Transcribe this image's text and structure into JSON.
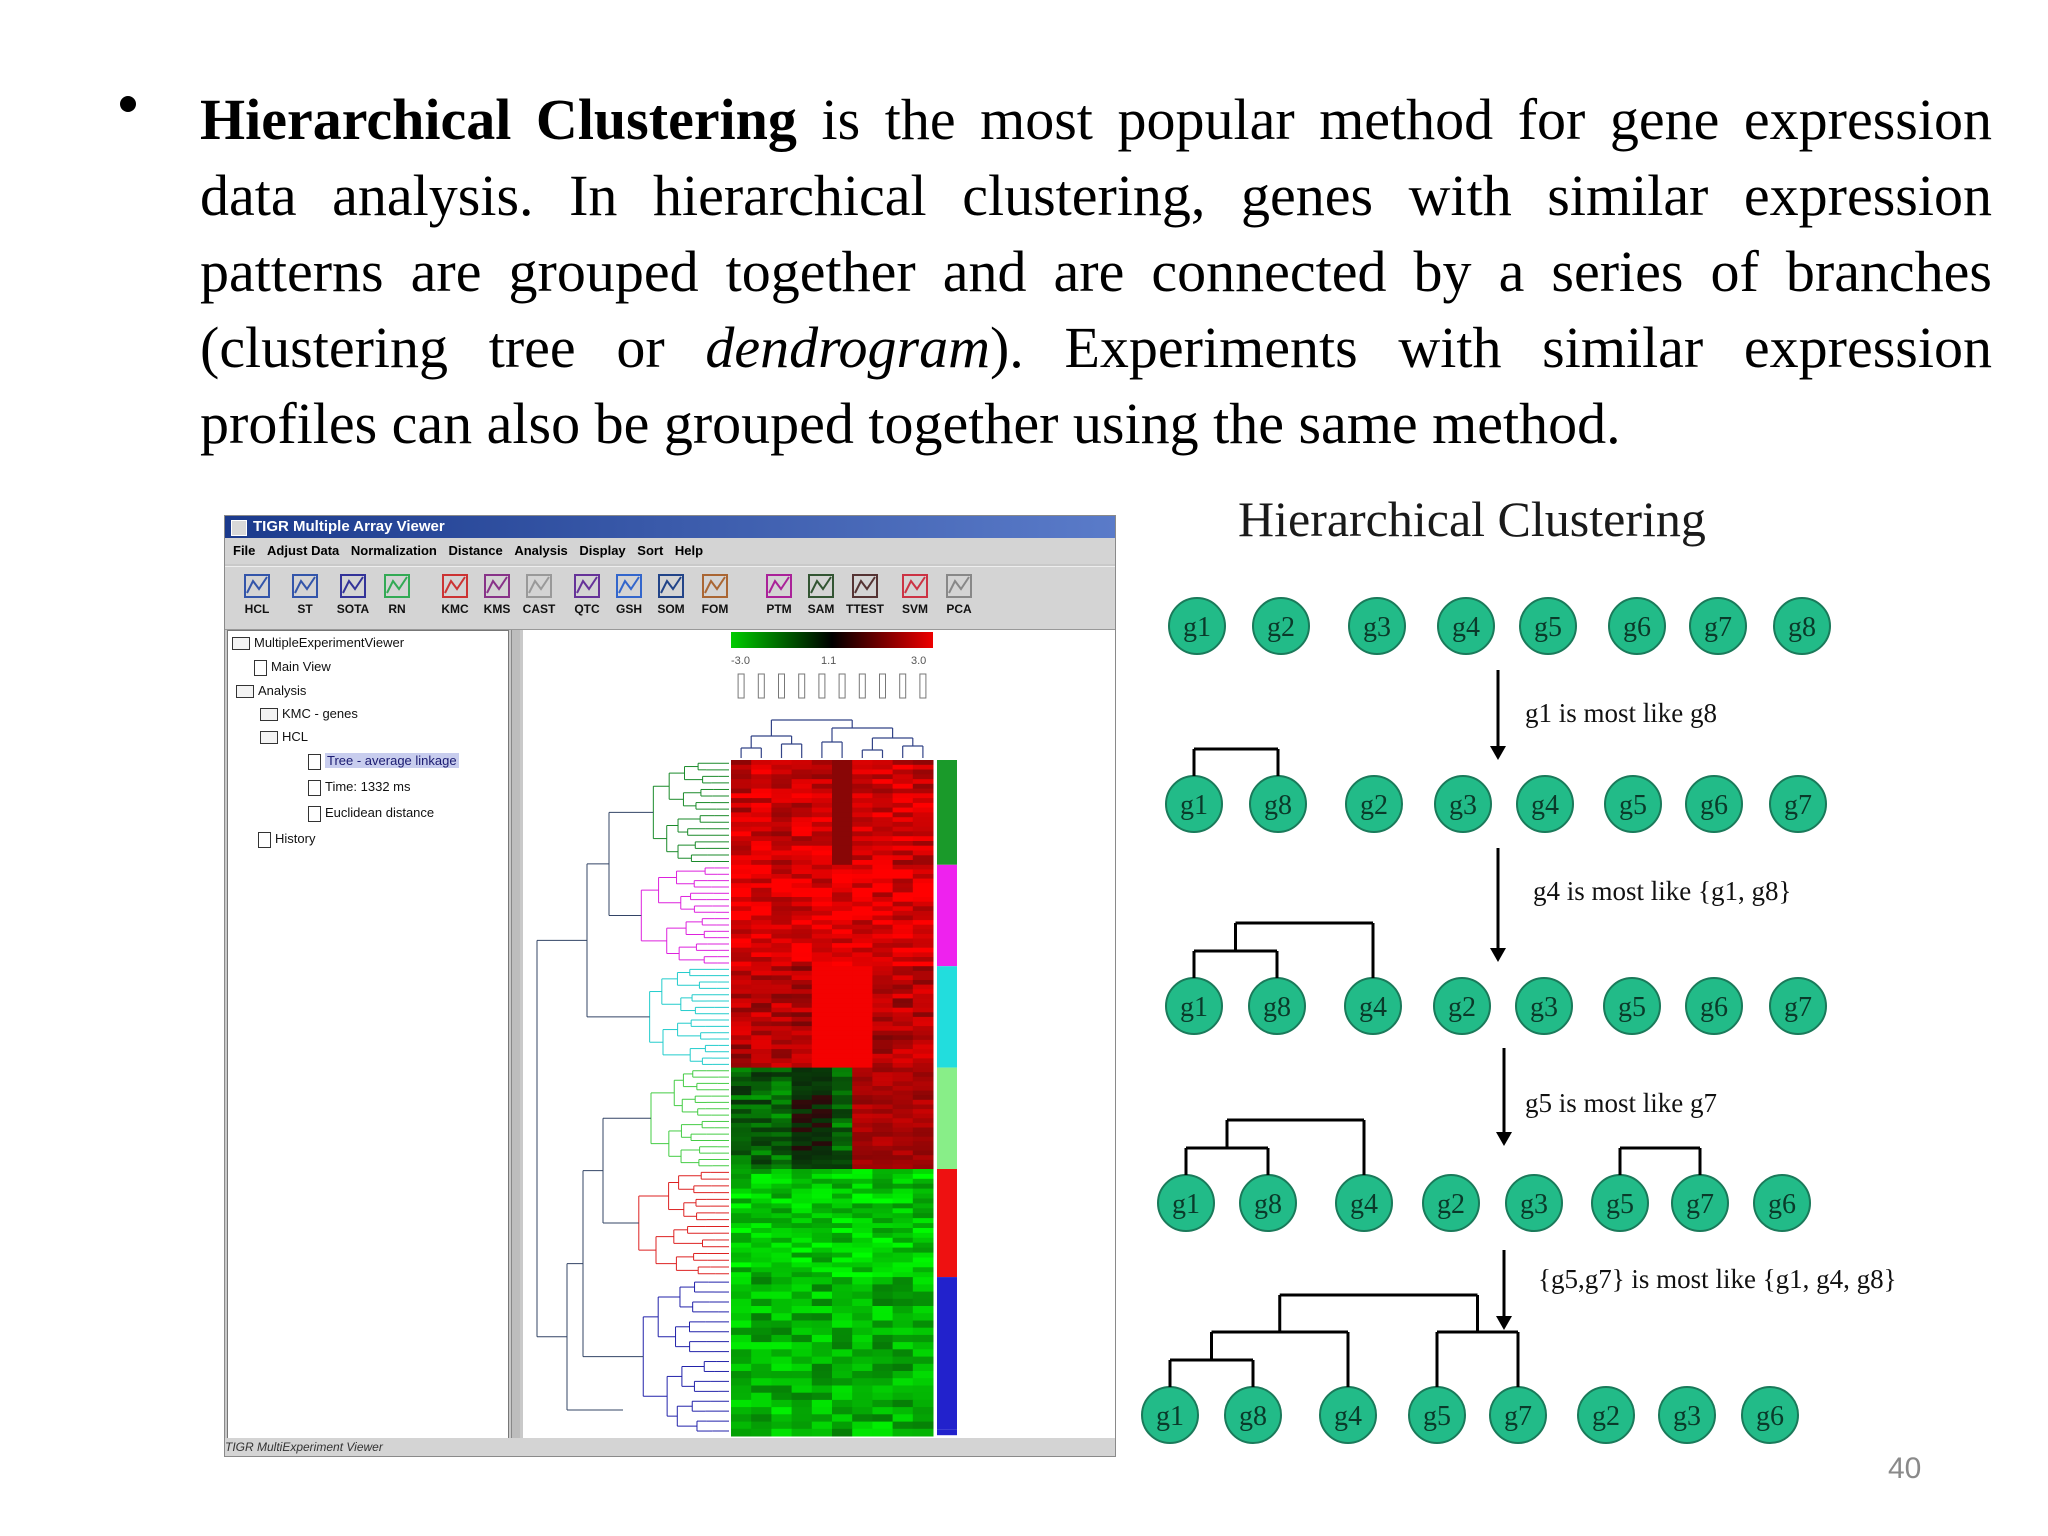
{
  "slide": {
    "bullet": {
      "term": "Hierarchical Clustering",
      "text_1": " is the most popular method for gene expression data analysis. In hierarchical clustering, genes with similar expression patterns are grouped together and are connected by a series of branches (clustering tree or ",
      "italic_term": "dendrogram",
      "text_2": "). Experiments with similar expression profiles can also be grouped together using the same method."
    },
    "page_number": "40"
  },
  "tigr": {
    "window_title": "TIGR Multiple Array Viewer",
    "menu": [
      "File",
      "Adjust Data",
      "Normalization",
      "Distance",
      "Analysis",
      "Display",
      "Sort",
      "Help"
    ],
    "toolbar": [
      "HCL",
      "ST",
      "SOTA",
      "RN",
      "KMC",
      "KMS",
      "CAST",
      "QTC",
      "GSH",
      "SOM",
      "FOM",
      "PTM",
      "SAM",
      "TTEST",
      "SVM",
      "PCA"
    ],
    "tree": {
      "root": "MultipleExperimentViewer",
      "main_view": "Main View",
      "analysis": "Analysis",
      "kmc": "KMC - genes",
      "hcl": "HCL",
      "tree_item": "Tree - average linkage",
      "time": "Time: 1332 ms",
      "distance": "Euclidean distance",
      "history": "History"
    },
    "scale": {
      "min": "-3.0",
      "mid": "1.1",
      "max": "3.0"
    },
    "status": "TIGR MultiExperiment Viewer",
    "cluster_colors": [
      "#1a9a2a",
      "#ee22ee",
      "#22dddd",
      "#88ee88",
      "#ee1111",
      "#2222cc"
    ]
  },
  "diagram": {
    "title": "Hierarchical Clustering",
    "node_color": "#22bb88",
    "rows": [
      [
        "g1",
        "g2",
        "g3",
        "g4",
        "g5",
        "g6",
        "g7",
        "g8"
      ],
      [
        "g1",
        "g8",
        "g2",
        "g3",
        "g4",
        "g5",
        "g6",
        "g7"
      ],
      [
        "g1",
        "g8",
        "g4",
        "g2",
        "g3",
        "g5",
        "g6",
        "g7"
      ],
      [
        "g1",
        "g8",
        "g4",
        "g2",
        "g3",
        "g5",
        "g7",
        "g6"
      ],
      [
        "g1",
        "g8",
        "g4",
        "g5",
        "g7",
        "g2",
        "g3",
        "g6"
      ]
    ],
    "steps": [
      "g1 is most like g8",
      "g4 is most like {g1, g8}",
      "g5 is most like g7",
      "{g5,g7} is most like {g1, g4, g8}"
    ]
  }
}
